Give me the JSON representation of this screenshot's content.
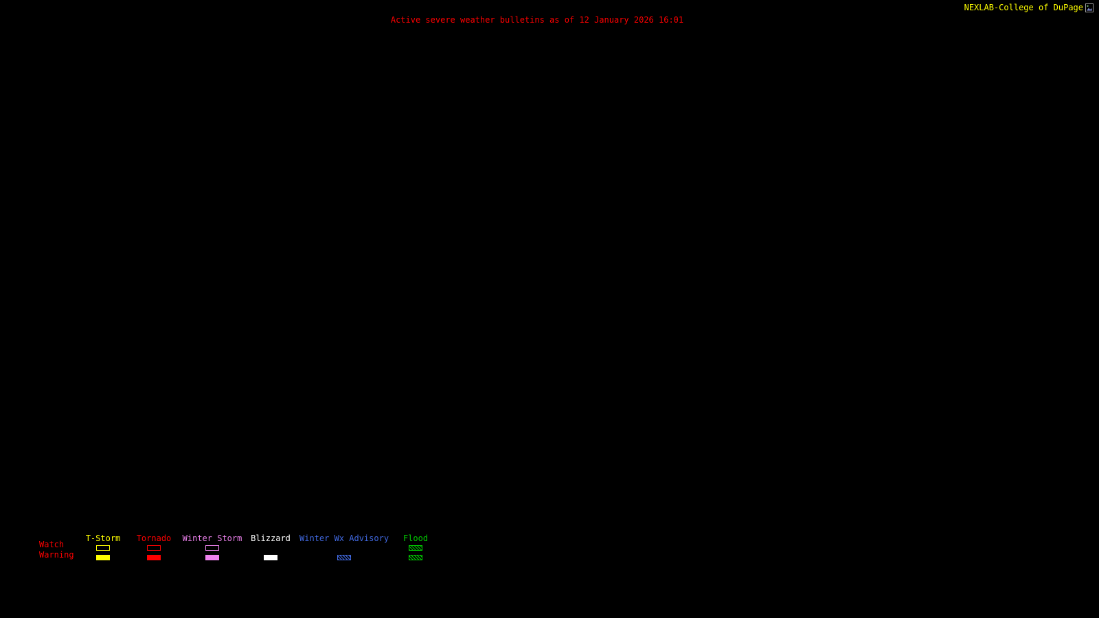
{
  "page": {
    "background": "#000000"
  },
  "header": {
    "title": "Active severe weather bulletins as of 12 January 2026 16:01",
    "title_color": "#ff0000",
    "brand": "NEXLAB-College of DuPage",
    "brand_color": "#ffff00",
    "brand_icon": "broken-image-icon"
  },
  "legend": {
    "watch_label": "Watch",
    "warning_label": "Warning",
    "row_label_color": "#ff0000",
    "columns": [
      {
        "label": "T-Storm",
        "color": "#ffff00",
        "watch": {
          "style": "outline",
          "color": "#ffff00"
        },
        "warning": {
          "style": "fill",
          "color": "#ffff00"
        }
      },
      {
        "label": "Tornado",
        "color": "#ff0000",
        "watch": {
          "style": "outline",
          "color": "#ff0000"
        },
        "warning": {
          "style": "fill",
          "color": "#ff0000"
        }
      },
      {
        "label": "Winter Storm",
        "color": "#ee82ee",
        "watch": {
          "style": "outline",
          "color": "#ee82ee"
        },
        "warning": {
          "style": "fill",
          "color": "#ee82ee"
        }
      },
      {
        "label": "Blizzard",
        "color": "#ffffff",
        "watch": {
          "style": "none",
          "color": "#ffffff"
        },
        "warning": {
          "style": "fill",
          "color": "#ffffff"
        }
      },
      {
        "label": "Winter Wx Advisory",
        "color": "#4169e1",
        "watch": {
          "style": "none",
          "color": "#4169e1"
        },
        "warning": {
          "style": "hatch",
          "color": "#4169e1"
        }
      },
      {
        "label": "Flood",
        "color": "#00cc00",
        "watch": {
          "style": "hatch",
          "color": "#00cc00"
        },
        "warning": {
          "style": "hatch",
          "color": "#00cc00"
        }
      }
    ]
  }
}
